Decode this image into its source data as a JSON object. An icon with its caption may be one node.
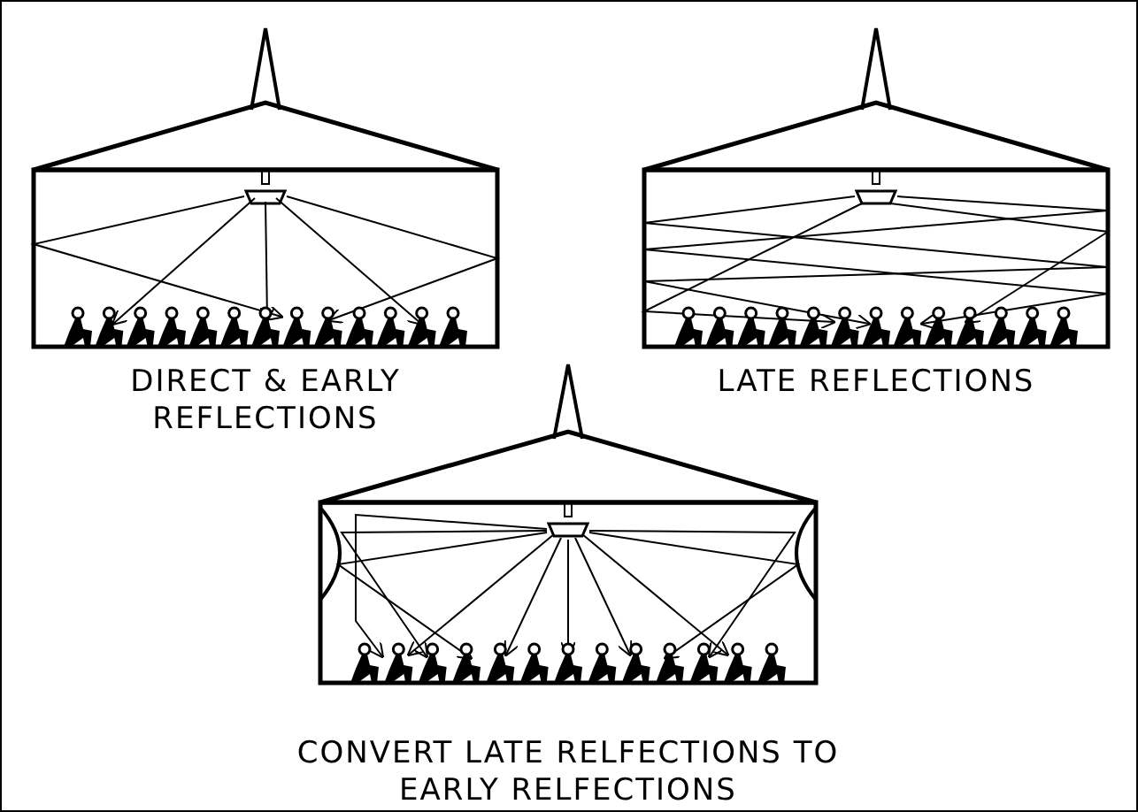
{
  "diagram": {
    "labels": [
      "DIRECT & EARLY REFLECTIONS",
      "LATE REFLECTIONS",
      "CONVERT LATE RELFECTIONS TO EARLY RELFECTIONS"
    ]
  }
}
